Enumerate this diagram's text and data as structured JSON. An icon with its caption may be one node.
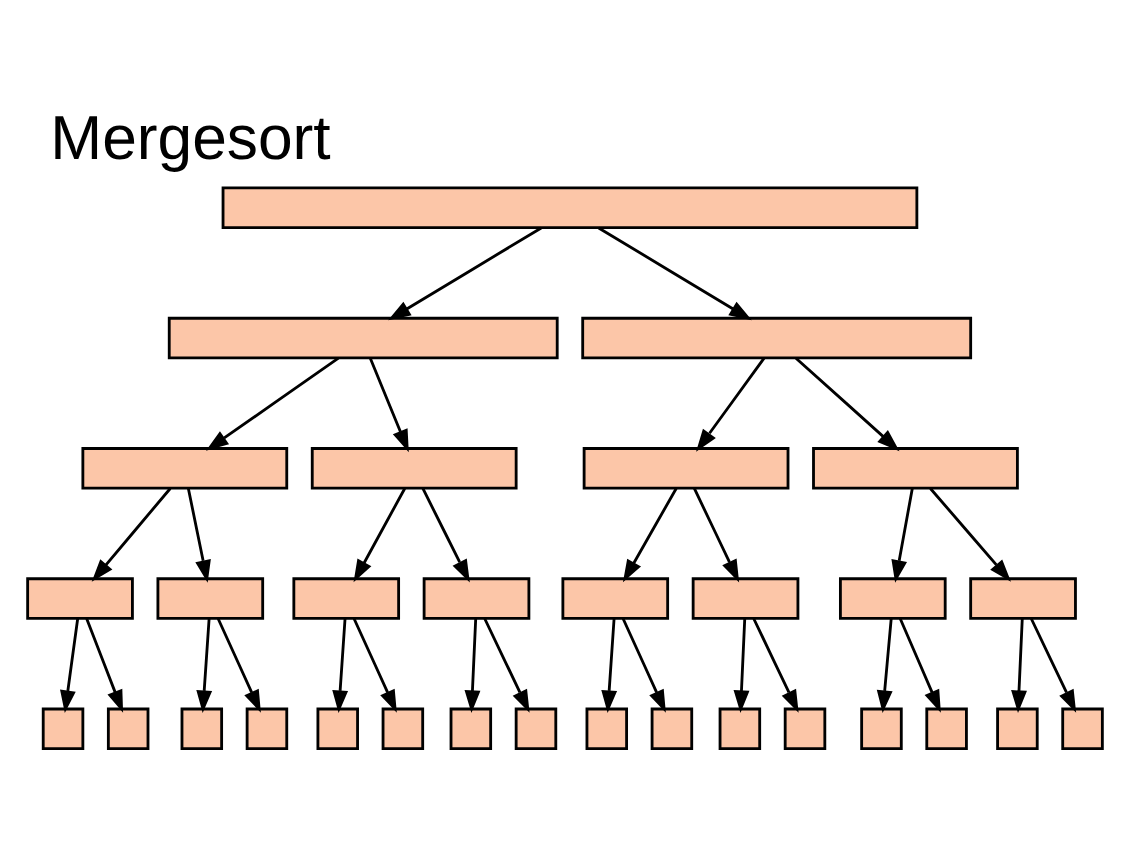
{
  "diagram": {
    "title": "Mergesort",
    "nodes": [
      {
        "text": [],
        "shape": "box"
      },
      {
        "text": [],
        "shape": "box"
      },
      {
        "text": [],
        "shape": "box"
      },
      {
        "text": [],
        "shape": "box"
      },
      {
        "text": [],
        "shape": "box"
      },
      {
        "text": [],
        "shape": "box"
      },
      {
        "text": [],
        "shape": "box"
      },
      {
        "text": [],
        "shape": "box"
      },
      {
        "text": [],
        "shape": "box"
      },
      {
        "text": [],
        "shape": "box"
      },
      {
        "text": [],
        "shape": "box"
      },
      {
        "text": [],
        "shape": "box"
      },
      {
        "text": [],
        "shape": "box"
      },
      {
        "text": [],
        "shape": "box"
      },
      {
        "text": [],
        "shape": "box"
      },
      {
        "text": [],
        "shape": "box"
      },
      {
        "text": [],
        "shape": "box"
      },
      {
        "text": [],
        "shape": "box"
      },
      {
        "text": [],
        "shape": "box"
      },
      {
        "text": [],
        "shape": "box"
      },
      {
        "text": [],
        "shape": "box"
      },
      {
        "text": [],
        "shape": "box"
      },
      {
        "text": [],
        "shape": "box"
      },
      {
        "text": [],
        "shape": "box"
      },
      {
        "text": [],
        "shape": "box"
      },
      {
        "text": [],
        "shape": "box"
      },
      {
        "text": [],
        "shape": "box"
      },
      {
        "text": [],
        "shape": "box"
      },
      {
        "text": [],
        "shape": "box"
      },
      {
        "text": [],
        "shape": "box"
      },
      {
        "text": [],
        "shape": "box"
      }
    ],
    "edges": [
      {
        "from": 0,
        "to": 1,
        "arrow": "to"
      },
      {
        "from": 0,
        "to": 2,
        "arrow": "to"
      },
      {
        "from": 1,
        "to": 3,
        "arrow": "to"
      },
      {
        "from": 1,
        "to": 4,
        "arrow": "to"
      },
      {
        "from": 2,
        "to": 5,
        "arrow": "to"
      },
      {
        "from": 2,
        "to": 6,
        "arrow": "to"
      },
      {
        "from": 3,
        "to": 7,
        "arrow": "to"
      },
      {
        "from": 3,
        "to": 8,
        "arrow": "to"
      },
      {
        "from": 4,
        "to": 9,
        "arrow": "to"
      },
      {
        "from": 4,
        "to": 10,
        "arrow": "to"
      },
      {
        "from": 5,
        "to": 11,
        "arrow": "to"
      },
      {
        "from": 5,
        "to": 12,
        "arrow": "to"
      },
      {
        "from": 6,
        "to": 13,
        "arrow": "to"
      },
      {
        "from": 6,
        "to": 14,
        "arrow": "to"
      },
      {
        "from": 7,
        "to": 15,
        "arrow": "to"
      },
      {
        "from": 7,
        "to": 16,
        "arrow": "to"
      },
      {
        "from": 8,
        "to": 17,
        "arrow": "to"
      },
      {
        "from": 8,
        "to": 18,
        "arrow": "to"
      },
      {
        "from": 9,
        "to": 19,
        "arrow": "to"
      },
      {
        "from": 9,
        "to": 20,
        "arrow": "to"
      },
      {
        "from": 10,
        "to": 21,
        "arrow": "to"
      },
      {
        "from": 10,
        "to": 22,
        "arrow": "to"
      },
      {
        "from": 11,
        "to": 23,
        "arrow": "to"
      },
      {
        "from": 11,
        "to": 24,
        "arrow": "to"
      },
      {
        "from": 12,
        "to": 25,
        "arrow": "to"
      },
      {
        "from": 12,
        "to": 26,
        "arrow": "to"
      },
      {
        "from": 13,
        "to": 27,
        "arrow": "to"
      },
      {
        "from": 13,
        "to": 28,
        "arrow": "to"
      },
      {
        "from": 14,
        "to": 29,
        "arrow": "to"
      },
      {
        "from": 14,
        "to": 30,
        "arrow": "to"
      }
    ]
  }
}
